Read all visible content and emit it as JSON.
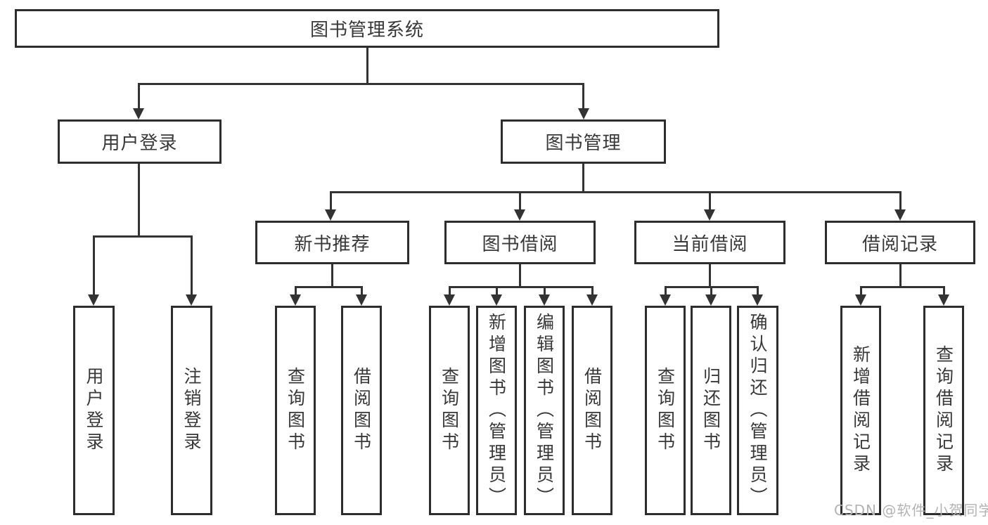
{
  "nodes": {
    "root": "图书管理系统",
    "level2": [
      "用户登录",
      "图书管理"
    ],
    "level3": [
      "新书推荐",
      "图书借阅",
      "当前借阅",
      "借阅记录"
    ],
    "leaves": {
      "user_login": [
        "用户登录",
        "注销登录"
      ],
      "new_books": [
        "查询图书",
        "借阅图书"
      ],
      "book_borrow": [
        "查询图书",
        "新增图书（管理员）",
        "编辑图书（管理员）",
        "借阅图书"
      ],
      "current_borrow": [
        "查询图书",
        "归还图书",
        "确认归还（管理员）"
      ],
      "borrow_records": [
        "新增借阅记录",
        "查询借阅记录"
      ]
    }
  },
  "watermark": "CSDN @软件_小贺同学",
  "colors": {
    "line": "#333333",
    "border": "#2d2d2d",
    "text": "#383838",
    "watermark": "#b3b3b3",
    "background": "#ffffff"
  }
}
